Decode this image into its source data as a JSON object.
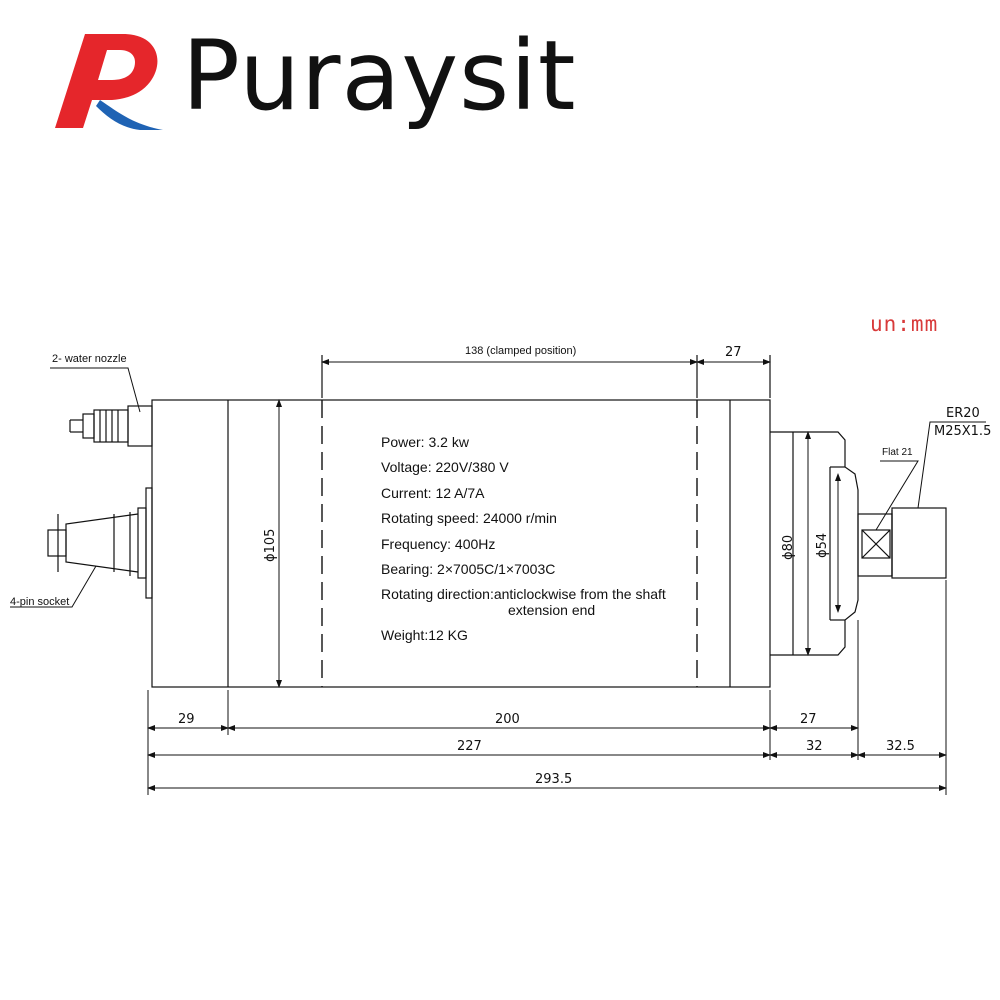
{
  "brand": {
    "name": "Puraysit",
    "logo_letter": "R",
    "logo_colors": {
      "red": "#e5262b",
      "blue": "#1f63b4"
    }
  },
  "units": "un:mm",
  "labels": {
    "water_nozzle": "2- water nozzle",
    "socket": "4-pin socket",
    "flat": "Flat 21",
    "collet": "ER20",
    "thread": "M25X1.5"
  },
  "specs": {
    "power": "Power: 3.2 kw",
    "voltage": "Voltage: 220V/380 V",
    "current": "Current: 12 A/7A",
    "speed": "Rotating speed: 24000 r/min",
    "frequency": "Frequency: 400Hz",
    "bearing": "Bearing: 2×7005C/1×7003C",
    "direction_1": "Rotating direction:anticlockwise from the shaft",
    "direction_2": "extension end",
    "weight": "Weight:12 KG"
  },
  "dimensions": {
    "clamped": "138 (clamped position)",
    "top_27": "27",
    "d105": "ϕ105",
    "d80": "ϕ80",
    "d54": "ϕ54",
    "d29": "29",
    "d200": "200",
    "d27": "27",
    "d227": "227",
    "d32": "32",
    "d32_5": "32.5",
    "d293_5": "293.5"
  }
}
